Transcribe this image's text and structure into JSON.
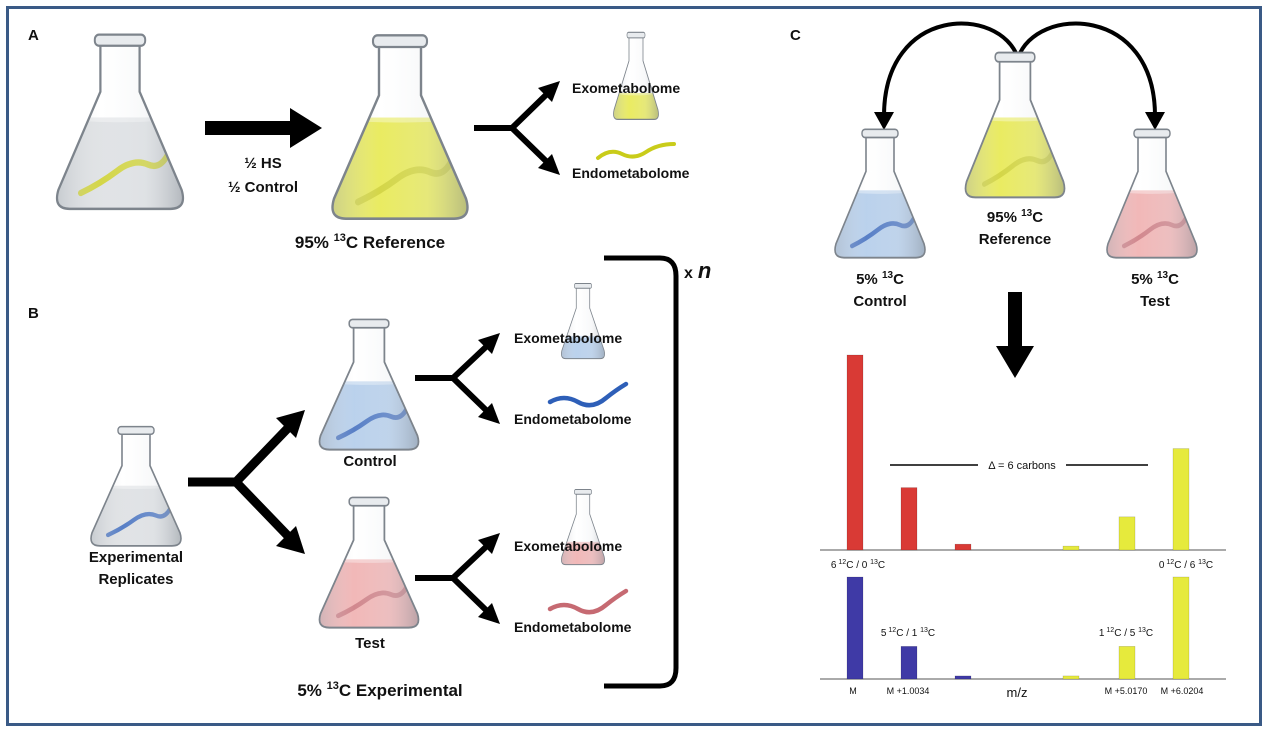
{
  "panels": {
    "a": {
      "letter": "A",
      "arrow_label_line1": "½ HS",
      "arrow_label_line2": "½ Control",
      "exometabolome": "Exometabolome",
      "endometabolome": "Endometabolome",
      "caption_pre": "95% ",
      "caption_sup": "13",
      "caption_post": "C Reference"
    },
    "b": {
      "letter": "B",
      "source_line1": "Experimental",
      "source_line2": "Replicates",
      "control_label": "Control",
      "test_label": "Test",
      "exometabolome": "Exometabolome",
      "endometabolome": "Endometabolome",
      "caption_pre": "5% ",
      "caption_sup": "13",
      "caption_post": "C Experimental",
      "repeat_x": "x",
      "repeat_n": "n"
    },
    "c": {
      "letter": "C",
      "control_pct": "5% ",
      "control_sup": "13",
      "control_c": "C",
      "control_label": "Control",
      "ref_pct": "95% ",
      "ref_sup": "13",
      "ref_c": "C",
      "ref_label": "Reference",
      "test_pct": "5% ",
      "test_sup": "13",
      "test_c": "C",
      "test_label": "Test"
    }
  },
  "colors": {
    "clear_liquid": "#d9dcdf",
    "reference_liquid": "#e4e63a",
    "control_liquid": "#a9c6e8",
    "test_liquid": "#eea6a6",
    "worm_yellow": "#c9cc1a",
    "worm_blue": "#2e5fb8",
    "worm_pink": "#c66a72",
    "spectrum_red": "#d93a35",
    "spectrum_blue": "#3f3aa6",
    "spectrum_yellow": "#e6ea3c",
    "frame": "#3a5a86"
  },
  "chart_data": {
    "type": "bar",
    "delta_label": "Δ = 6 carbons",
    "xlabel": "m/z",
    "top_spectrum": {
      "label_left": {
        "n12": "6",
        "iso1": "12",
        "mid": "C / 0 ",
        "iso2": "13",
        "end": "C"
      },
      "label_right": {
        "n12": "0",
        "iso1": "12",
        "mid": "C / 6 ",
        "iso2": "13",
        "end": "C"
      },
      "bars": [
        {
          "group": "light",
          "position": 0,
          "value": 100
        },
        {
          "group": "light",
          "position": 1,
          "value": 32
        },
        {
          "group": "light",
          "position": 2,
          "value": 3
        },
        {
          "group": "heavy",
          "position": 4,
          "value": 2
        },
        {
          "group": "heavy",
          "position": 5,
          "value": 17
        },
        {
          "group": "heavy",
          "position": 6,
          "value": 52
        }
      ]
    },
    "bottom_spectrum": {
      "label_a": {
        "n12": "5",
        "iso1": "12",
        "mid": "C / 1 ",
        "iso2": "13",
        "end": "C"
      },
      "label_b": {
        "n12": "1",
        "iso1": "12",
        "mid": "C / 5 ",
        "iso2": "13",
        "end": "C"
      },
      "ticks": [
        "M",
        "M +1.0034",
        "M +5.0170",
        "M +6.0204"
      ],
      "bars": [
        {
          "group": "light",
          "position": 0,
          "value": 100
        },
        {
          "group": "light",
          "position": 1,
          "value": 32
        },
        {
          "group": "light",
          "position": 2,
          "value": 3
        },
        {
          "group": "heavy",
          "position": 4,
          "value": 3
        },
        {
          "group": "heavy",
          "position": 5,
          "value": 32
        },
        {
          "group": "heavy",
          "position": 6,
          "value": 100
        }
      ]
    }
  }
}
